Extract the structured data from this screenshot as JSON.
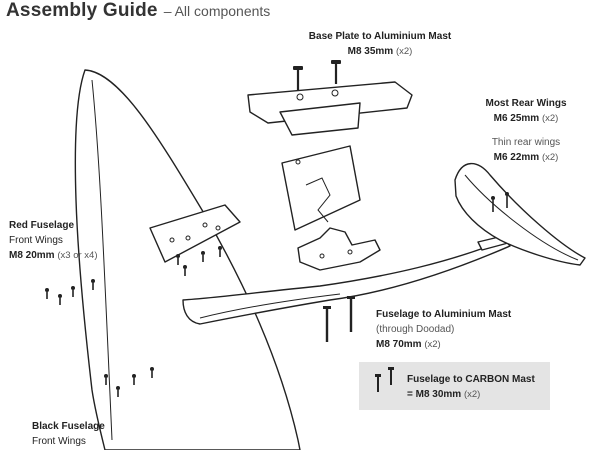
{
  "title": {
    "main": "Assembly Guide",
    "sub": "– All components"
  },
  "labels": {
    "base_plate": {
      "heading": "Base Plate to Aluminium Mast",
      "spec": "M8 35mm",
      "qty": "(x2)"
    },
    "most_rear": {
      "heading": "Most Rear Wings",
      "spec": "M6 25mm",
      "qty": "(x2)"
    },
    "thin_rear": {
      "note": "Thin rear wings",
      "spec": "M6 22mm",
      "qty": "(x2)"
    },
    "red_fuselage": {
      "heading": "Red Fuselage",
      "subheading": "Front Wings",
      "spec": "M8 20mm",
      "qty": "(x3 or x4)"
    },
    "fuselage_alu": {
      "heading_pre": "Fuselage to ",
      "heading_bold": "Aluminium Mast",
      "note": "(through Doodad)",
      "spec": "M8 70mm",
      "qty": "(x2)"
    },
    "fuselage_carbon": {
      "line1_pre": "Fuselage to ",
      "line1_bold": "CARBON",
      "line1_post": " Mast",
      "spec": "= M8 30mm",
      "qty": "(x2)"
    },
    "black_fuselage": {
      "heading": "Black Fuselage",
      "subheading": "Front Wings"
    }
  },
  "colors": {
    "carbon_box": "#e4e4e4",
    "ink": "#222222"
  }
}
